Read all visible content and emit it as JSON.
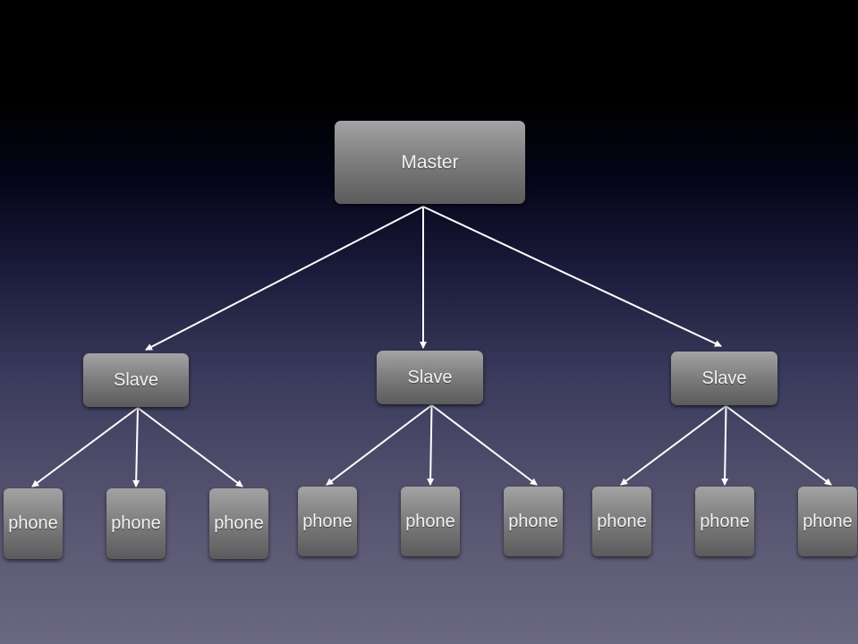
{
  "master": {
    "label": "Master"
  },
  "slaves": [
    {
      "label": "Slave",
      "phones": [
        {
          "label": "phone"
        },
        {
          "label": "phone"
        },
        {
          "label": "phone"
        }
      ]
    },
    {
      "label": "Slave",
      "phones": [
        {
          "label": "phone"
        },
        {
          "label": "phone"
        },
        {
          "label": "phone"
        }
      ]
    },
    {
      "label": "Slave",
      "phones": [
        {
          "label": "phone"
        },
        {
          "label": "phone"
        },
        {
          "label": "phone"
        }
      ]
    }
  ]
}
